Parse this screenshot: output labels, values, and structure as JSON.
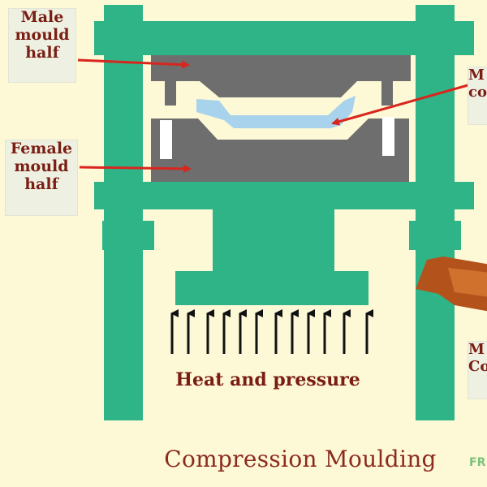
{
  "labels": {
    "male_mould_half": "Male\nmould\nhalf",
    "female_mould_half": "Female\nmould\nhalf",
    "material_top": "M\nco",
    "material_bottom": "M\nCo",
    "heat_and_pressure": "Heat and pressure"
  },
  "title": "Compression Moulding",
  "brand": "FR",
  "colors": {
    "background": "#fdf8d6",
    "press_frame": "#2eb487",
    "mould": "#6e6e6e",
    "material": "#a9d3ec",
    "arrow": "#d8261e",
    "text": "#7a1e14",
    "material_hopper": "#b4521c"
  },
  "icons": [
    "pointer-arrow",
    "heat-pressure-arrow"
  ]
}
